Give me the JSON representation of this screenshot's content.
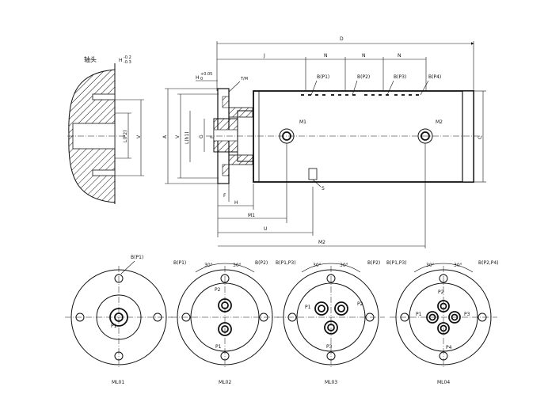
{
  "shaft_label": "轴头",
  "shaft_tol": {
    "base": "H",
    "upper": "-0.2",
    "lower": "-0.3"
  },
  "fit_tol": {
    "base": "H",
    "upper": "+0.05",
    "lower": "0"
  },
  "thread": "T/M",
  "dims": {
    "D": "D",
    "J": "J",
    "N": "N",
    "V": "V",
    "A": "A",
    "S": "S",
    "E": "E",
    "L_P2": "L(P2)",
    "L_h1": "L(h1)",
    "G": "G",
    "F": "F",
    "H": "H",
    "M1": "M1",
    "U": "U",
    "M2": "M2",
    "C": "C"
  },
  "ports": [
    "B(P1)",
    "B(P2)",
    "B(P3)",
    "B(P4)"
  ],
  "markers": {
    "M1": "M1",
    "M2": "M2"
  },
  "views": [
    {
      "code": "ML01",
      "labels": [
        "B(P1)"
      ],
      "ports": [
        "P1"
      ]
    },
    {
      "code": "ML02",
      "labels": [
        "B(P1)",
        "30°",
        "30°",
        "B(P2)"
      ],
      "ports": [
        "P2",
        "P1"
      ]
    },
    {
      "code": "ML03",
      "labels": [
        "B(P1,P3)",
        "30°",
        "30°",
        "B(P2)"
      ],
      "ports": [
        "P1",
        "P2",
        "P3"
      ]
    },
    {
      "code": "ML04",
      "labels": [
        "B(P1,P3)",
        "30°",
        "30°",
        "B(P2,P4)"
      ],
      "ports": [
        "P2",
        "P1",
        "P3",
        "P4"
      ]
    }
  ]
}
